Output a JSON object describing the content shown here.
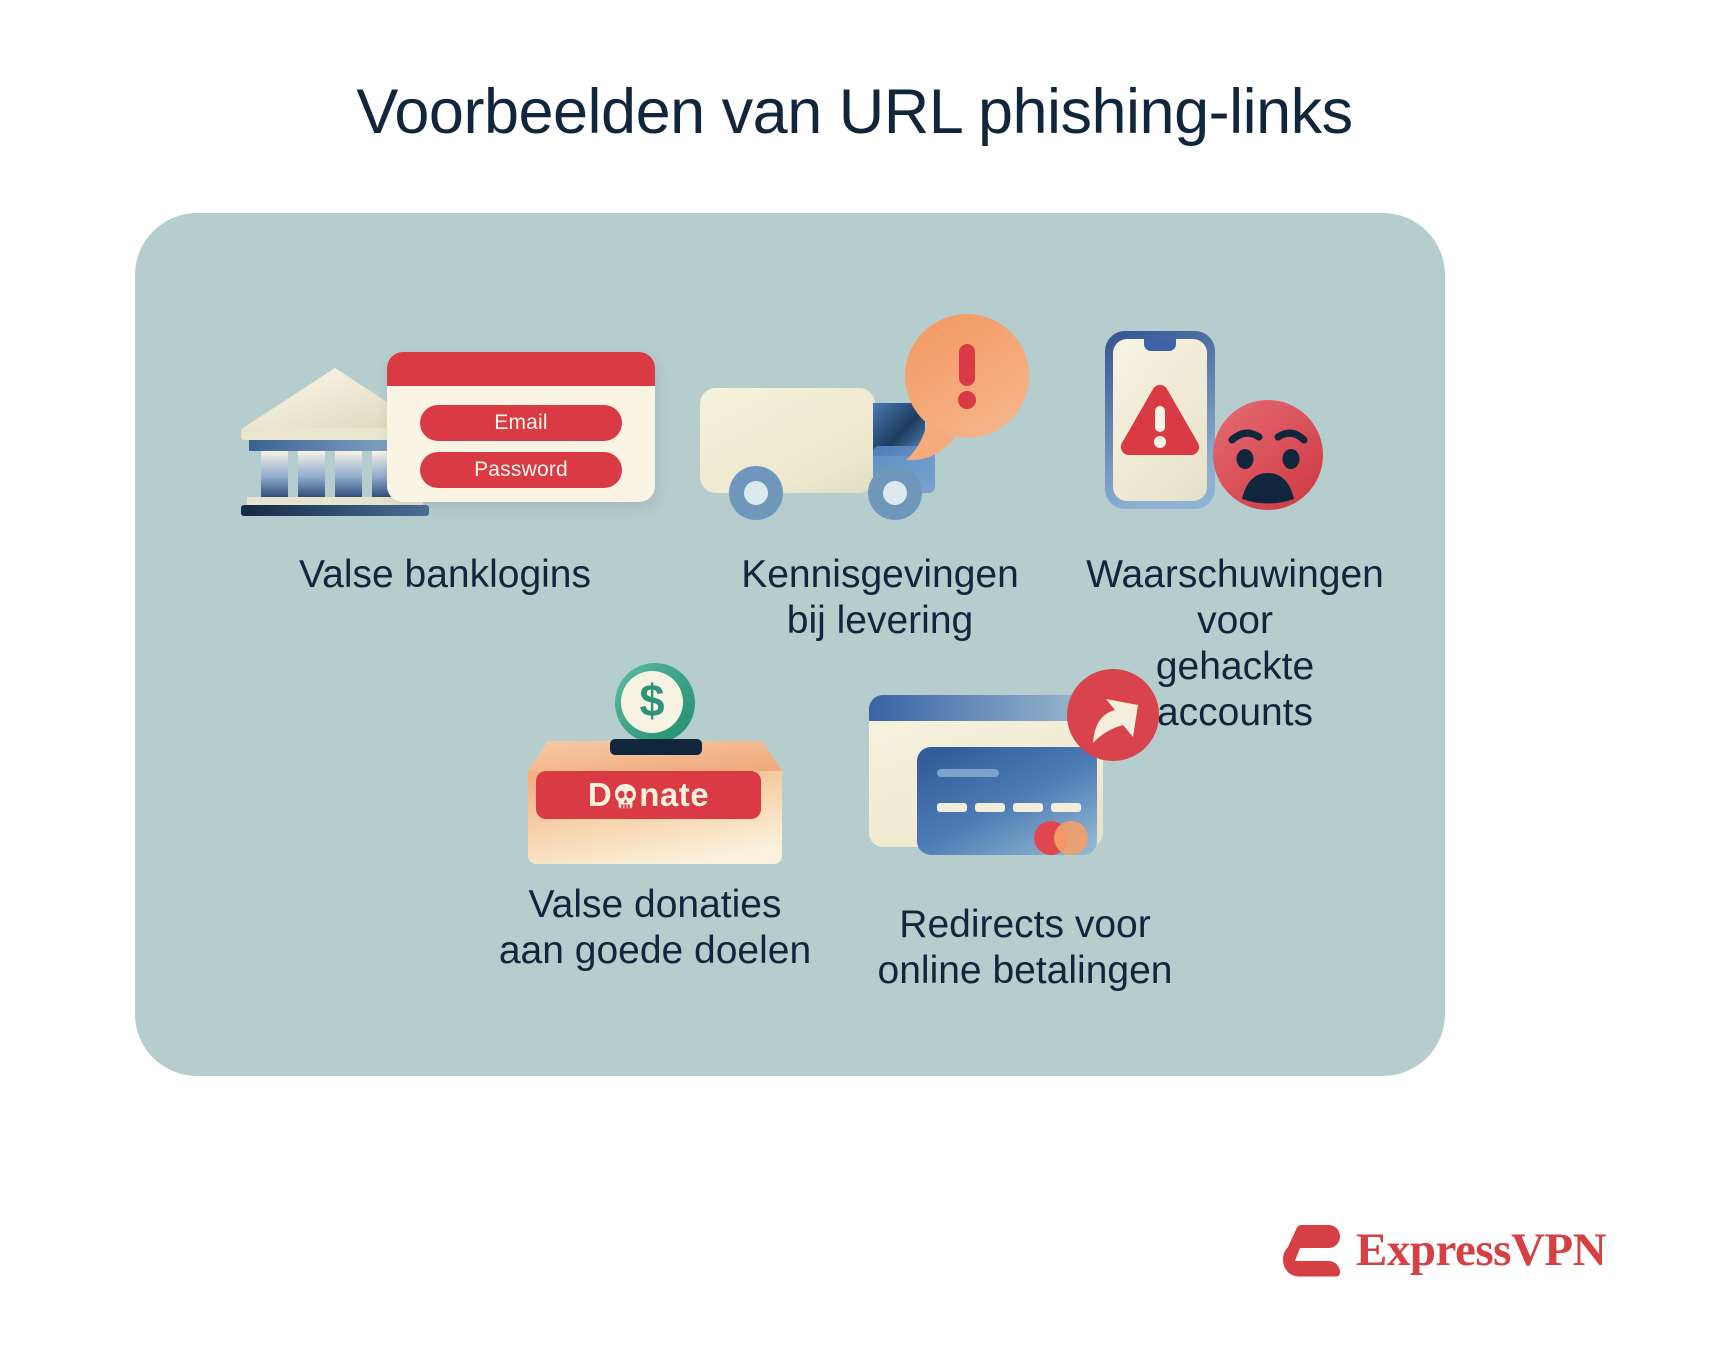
{
  "title": "Voorbeelden van URL phishing-links",
  "colors": {
    "panel_bg": "#b6cdcd",
    "page_bg": "#ffffff",
    "text_dark": "#11263c",
    "brand_red": "#d93a43",
    "logo_red": "#d64045",
    "cream": "#faf4e4",
    "blue": "#3d62a8",
    "orange": "#f0a074",
    "green": "#2e9379",
    "box_orange": "#f3b68c"
  },
  "cards": [
    {
      "id": "bank",
      "icon": "bank-login-icon",
      "caption": "Valse banklogins",
      "fields": {
        "email_label": "Email",
        "password_label": "Password"
      }
    },
    {
      "id": "delivery",
      "icon": "delivery-truck-alert-icon",
      "caption": "Kennisgevingen\nbij levering",
      "alert_glyph": "!"
    },
    {
      "id": "hacked",
      "icon": "phone-warning-sad-face-icon",
      "caption": "Waarschuwingen voor\ngehackte accounts"
    },
    {
      "id": "donation",
      "icon": "donation-box-skull-icon",
      "caption": "Valse donaties\naan goede doelen",
      "button_label_before": "D",
      "button_label_after": "nate",
      "coin_glyph": "$"
    },
    {
      "id": "redirect",
      "icon": "browser-credit-card-redirect-icon",
      "caption": "Redirects voor\nonline betalingen"
    }
  ],
  "logo": {
    "name": "ExpressVPN",
    "mark": "expressvpn-e-mark"
  }
}
